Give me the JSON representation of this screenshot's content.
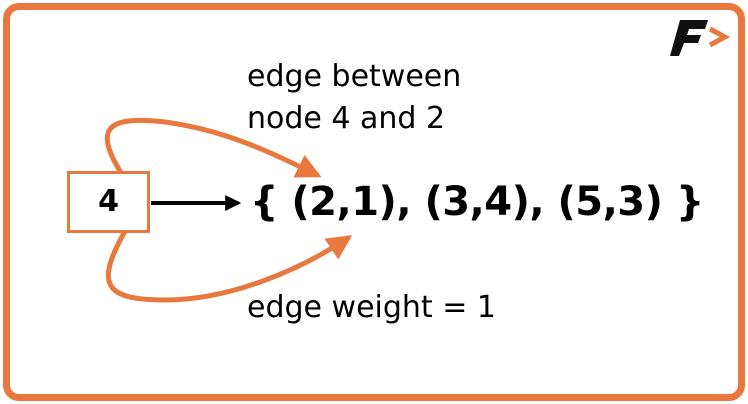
{
  "node": {
    "label": "4"
  },
  "adjacency_list": {
    "text": "{ (2,1), (3,4), (5,3) }"
  },
  "annotations": {
    "edge_line1": "edge between",
    "edge_line2": "node 4 and 2",
    "weight": "edge weight = 1"
  },
  "colors": {
    "accent": "#e8783d",
    "text": "#000000",
    "logo_dark": "#111111"
  },
  "icons": {
    "logo": "brand-logo-icon"
  }
}
